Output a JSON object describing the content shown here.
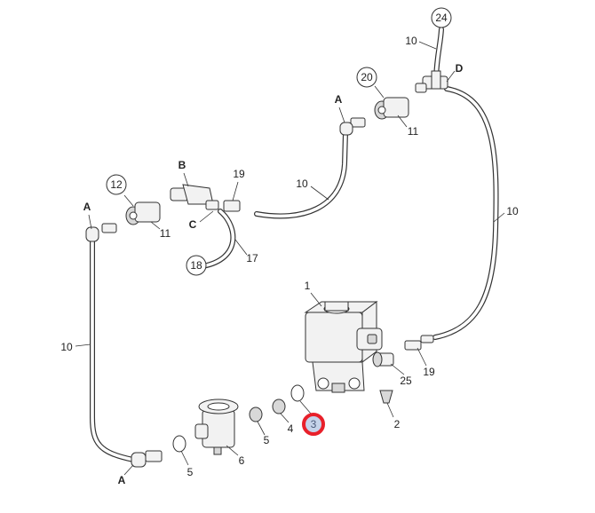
{
  "diagram": {
    "callouts_circled": [
      {
        "id": "c24",
        "text": "24"
      },
      {
        "id": "c20",
        "text": "20"
      },
      {
        "id": "c12",
        "text": "12"
      },
      {
        "id": "c18",
        "text": "18"
      },
      {
        "id": "c3",
        "text": "3",
        "highlighted": true
      }
    ],
    "callouts": {
      "tube_top": "10",
      "tube_mid": "10",
      "tube_right": "10",
      "tube_left": "10",
      "d": "D",
      "a_top": "A",
      "a_left": "A",
      "a_bottom": "A",
      "b": "B",
      "c": "C",
      "p11_top": "11",
      "p11_left": "11",
      "p19_top": "19",
      "p19_right": "19",
      "p17": "17",
      "p1": "1",
      "p25": "25",
      "p2": "2",
      "p4": "4",
      "p5_mid": "5",
      "p5_bottom": "5",
      "p6": "6"
    },
    "colors": {
      "highlight_ring": "#e8202a",
      "highlight_fill": "#c5d3ea"
    }
  }
}
